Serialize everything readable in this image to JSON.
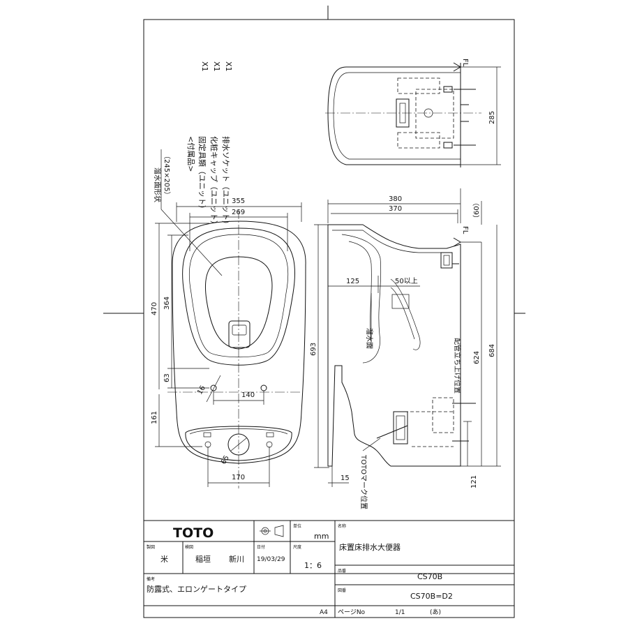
{
  "drawing": {
    "accessories": {
      "heading": "<付属品>",
      "items": [
        {
          "name": "固定具類（ユニット）",
          "qty": "X1"
        },
        {
          "name": "化粧キャップ（ユニット）",
          "qty": "X1"
        },
        {
          "name": "排水ソケット（ユニット）",
          "qty": "X1"
        }
      ]
    },
    "water_surface": {
      "label": "溜水面形状",
      "size": "（245×205）"
    },
    "top_view": {
      "dims": {
        "w_outer": "355",
        "w_inner": "269",
        "h_total": "470",
        "h_bowl": "364",
        "d_63": "63",
        "d_161": "161",
        "d_140": "140",
        "d_170": "170",
        "d_16": "16",
        "d_65": "65"
      }
    },
    "side_view": {
      "dims": {
        "w_380": "380",
        "w_370": "370",
        "d_60": "（60）",
        "h_693": "693",
        "h_684": "684",
        "h_624": "624",
        "d_125": "125",
        "d_50": "50以上",
        "d_15": "15",
        "d_121": "121"
      },
      "labels": {
        "fl": "FL",
        "water_level": "溜水面",
        "pipe_position": "配管立ち上げ位置",
        "toto_mark": "TOTOマーク位置"
      }
    },
    "rear_view": {
      "dims": {
        "h_285": "285"
      },
      "labels": {
        "fl": "FL"
      }
    }
  },
  "title_block": {
    "logo": "TOTO",
    "unit_label": "単位",
    "unit_value": "mm",
    "name_label": "名称",
    "name_value": "床置床排水大便器",
    "drafter_label": "製図",
    "drafter_value": "米",
    "checker_label": "検図",
    "checker_value": "稲垣",
    "approver_value": "新川",
    "date_label": "日付",
    "date_value": "19/03/29",
    "scale_label": "尺度",
    "scale_value": "1：6",
    "product_label": "品番",
    "product_value": "CS70B",
    "figure_label": "図番",
    "figure_value": "CS70B=D2",
    "notes_label": "備考",
    "notes_value": "防露式、エロンゲートタイプ",
    "paper": "A4",
    "page_label": "ページNo",
    "page_value": "1/1",
    "mark": "(あ)"
  }
}
